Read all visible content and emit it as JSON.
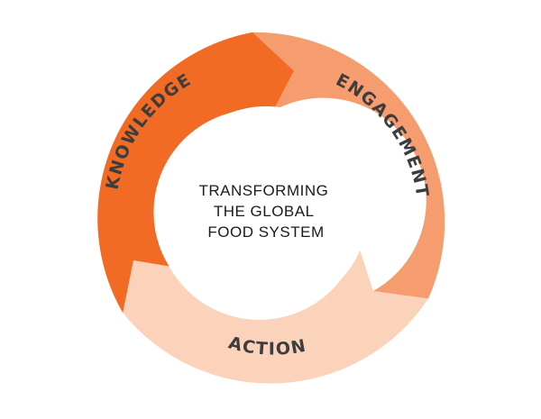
{
  "diagram": {
    "center_lines": [
      "TRANSFORMING",
      "THE GLOBAL",
      "FOOD SYSTEM"
    ],
    "segments": [
      {
        "label": "KNOWLEDGE",
        "color": "#f26b24"
      },
      {
        "label": "ENGAGEMENT",
        "color": "#f69d6f"
      },
      {
        "label": "ACTION",
        "color": "#fbd3bb"
      }
    ],
    "label_color": "#3d3d3d",
    "center_text_color": "#1a1a1a",
    "center_fill": "#ffffff"
  }
}
